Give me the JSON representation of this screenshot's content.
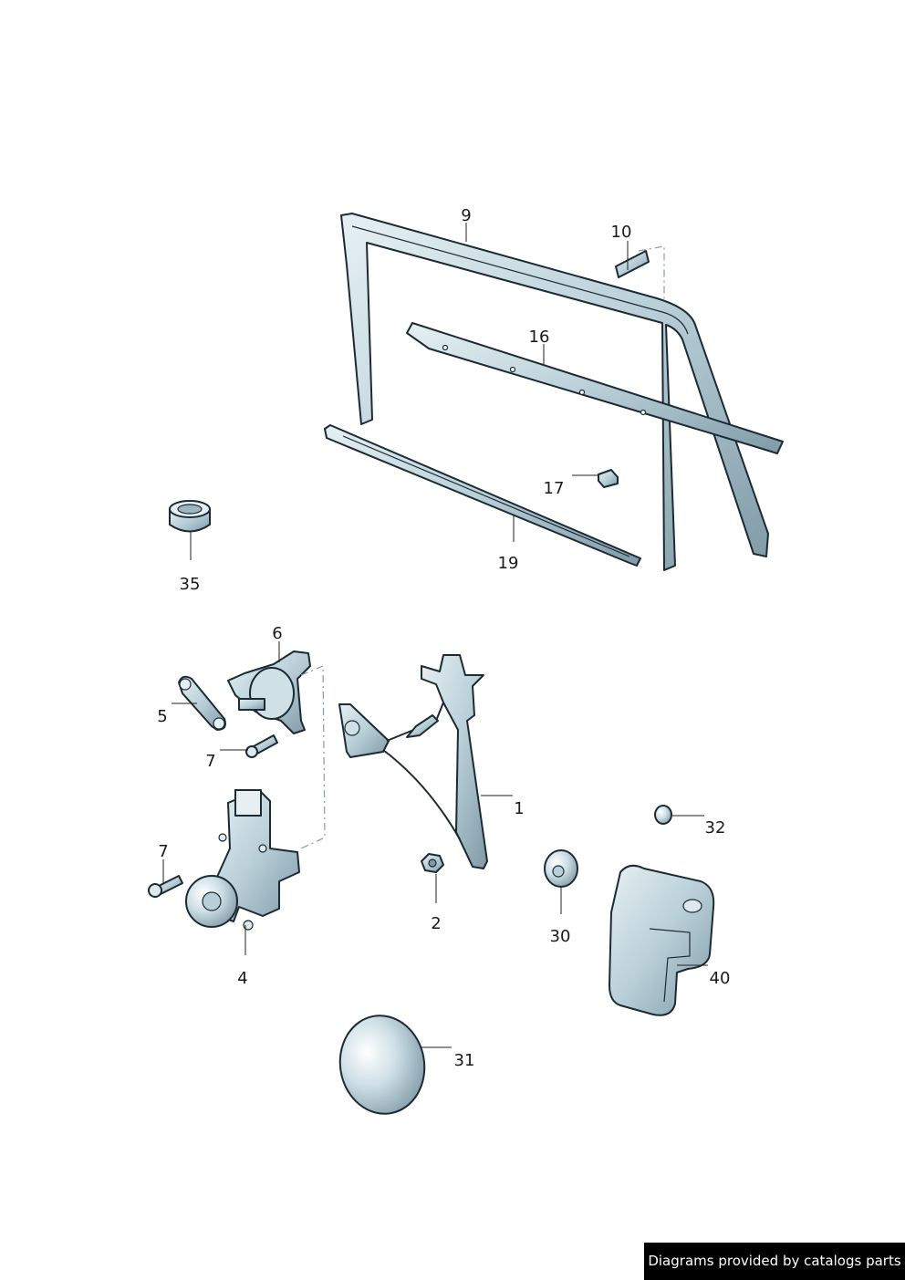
{
  "diagram": {
    "colors": {
      "part_fill": "#b9cfd8",
      "part_light": "#dde9ee",
      "part_dark": "#7f9aa6",
      "outline": "#1b2a33",
      "leader": "#222222"
    },
    "callouts": [
      {
        "id": "9",
        "label": "9"
      },
      {
        "id": "10",
        "label": "10"
      },
      {
        "id": "16",
        "label": "16"
      },
      {
        "id": "17",
        "label": "17"
      },
      {
        "id": "19",
        "label": "19"
      },
      {
        "id": "35",
        "label": "35"
      },
      {
        "id": "6",
        "label": "6"
      },
      {
        "id": "5",
        "label": "5"
      },
      {
        "id": "7a",
        "label": "7"
      },
      {
        "id": "1",
        "label": "1"
      },
      {
        "id": "32",
        "label": "32"
      },
      {
        "id": "7b",
        "label": "7"
      },
      {
        "id": "2",
        "label": "2"
      },
      {
        "id": "30",
        "label": "30"
      },
      {
        "id": "40",
        "label": "40"
      },
      {
        "id": "4",
        "label": "4"
      },
      {
        "id": "31",
        "label": "31"
      }
    ]
  },
  "footer": {
    "credit": "Diagrams provided by catalogs parts"
  }
}
